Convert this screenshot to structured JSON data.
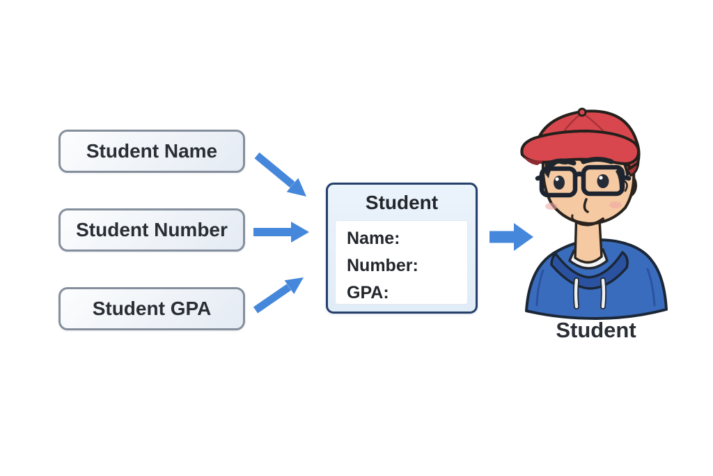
{
  "diagram": {
    "attribute_boxes": [
      {
        "label": "Student Name"
      },
      {
        "label": "Student Number"
      },
      {
        "label": "Student GPA"
      }
    ],
    "class_box": {
      "title": "Student",
      "fields": [
        {
          "label": "Name:"
        },
        {
          "label": "Number:"
        },
        {
          "label": "GPA:"
        }
      ]
    },
    "avatar": {
      "caption": "Student",
      "icon": "student-avatar-illustration"
    },
    "colors": {
      "arrow_blue": "#4587db",
      "attribute_box_border": "#858e9c",
      "class_box_border": "#24406b",
      "class_box_fill": "#e8f1fa",
      "text_dark": "#2a2e35",
      "cap_red": "#d8474e",
      "hoodie_blue": "#3a6cbd"
    }
  }
}
